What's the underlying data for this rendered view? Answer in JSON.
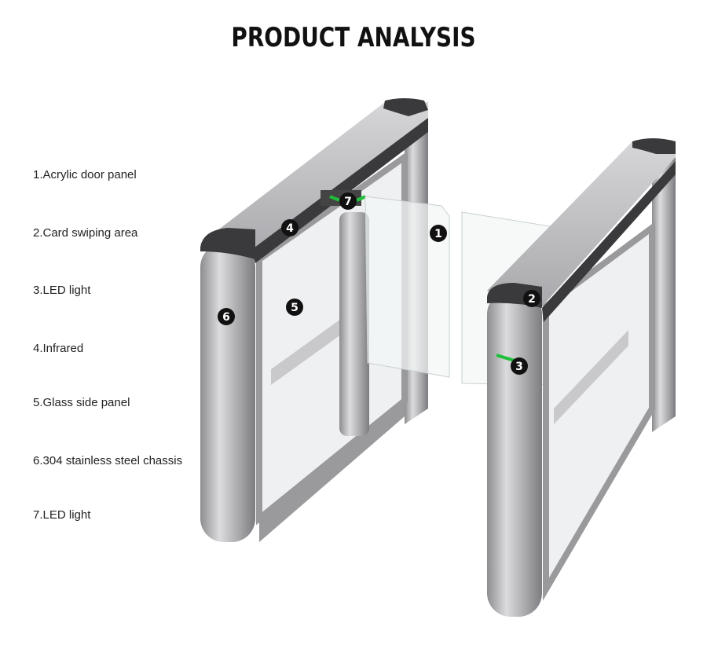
{
  "title": "PRODUCT ANALYSIS",
  "legend": [
    "1.Acrylic door panel",
    "2.Card swiping area",
    "3.LED light",
    "4.Infrared",
    "5.Glass side panel",
    "6.304 stainless steel chassis",
    "7.LED light"
  ],
  "markers": [
    "1",
    "2",
    "3",
    "4",
    "5",
    "6",
    "7"
  ],
  "colors": {
    "led": "#1fbf3a",
    "steel": "#b9b9bb",
    "cap": "#3a3a3c"
  }
}
